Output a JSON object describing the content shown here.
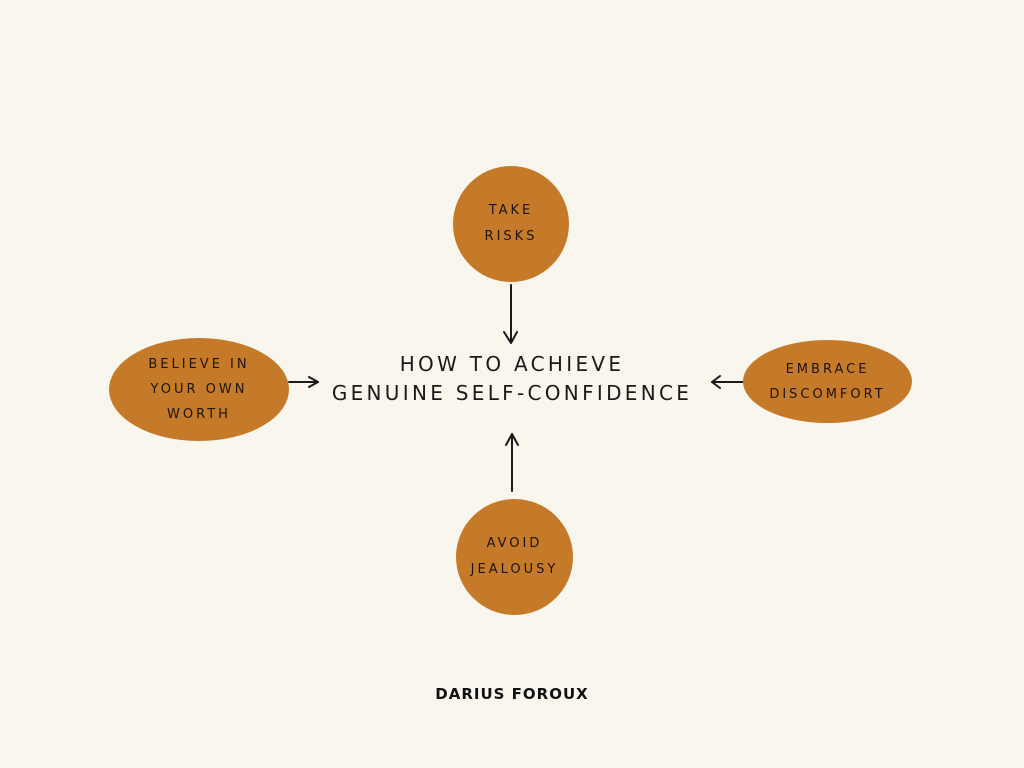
{
  "diagram": {
    "title_lines": [
      "HOW TO ACHIEVE",
      "GENUINE SELF-CONFIDENCE"
    ],
    "nodes": {
      "top": {
        "label": "TAKE\nRISKS"
      },
      "left": {
        "label": "BELIEVE IN\nYOUR OWN\nWORTH"
      },
      "right": {
        "label": "EMBRACE\nDISCOMFORT"
      },
      "bottom": {
        "label": "AVOID\nJEALOUSY"
      }
    },
    "edges": [
      {
        "from": "top",
        "to": "title"
      },
      {
        "from": "left",
        "to": "title"
      },
      {
        "from": "right",
        "to": "title"
      },
      {
        "from": "bottom",
        "to": "title"
      }
    ],
    "author": "DARIUS FOROUX"
  },
  "colors": {
    "background": "#f9f6ee",
    "node_fill": "#c57a2a",
    "ink": "#1a1a1a"
  }
}
